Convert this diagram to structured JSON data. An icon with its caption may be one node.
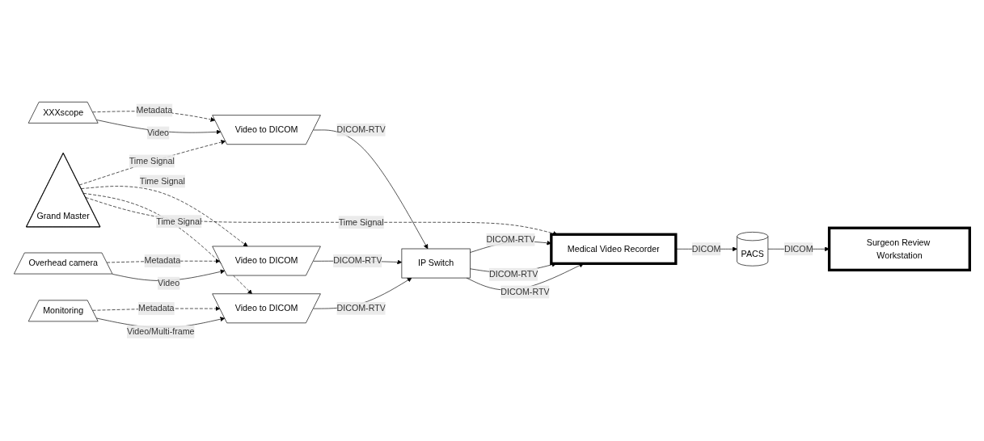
{
  "diagram": {
    "nodes": [
      {
        "text": [
          "Grand Master"
        ]
      },
      {
        "text": [
          "XXXscope"
        ]
      },
      {
        "text": [
          "Video to DICOM"
        ]
      },
      {
        "text": [
          "Overhead camera"
        ]
      },
      {
        "text": [
          "Video to DICOM"
        ]
      },
      {
        "text": [
          "Monitoring"
        ]
      },
      {
        "text": [
          "Video to DICOM"
        ]
      },
      {
        "text": [
          "IP Switch"
        ]
      },
      {
        "text": [
          "Medical Video Recorder"
        ]
      },
      {
        "text": [
          "PACS"
        ]
      },
      {
        "text": [
          "Surgeon Review Workstation"
        ]
      }
    ],
    "edges": [
      {
        "from": 0,
        "to": 2,
        "arrow": "to",
        "label": "Time Signal",
        "style": "dashed"
      },
      {
        "from": 0,
        "to": 4,
        "arrow": "to",
        "label": "Time Signal",
        "style": "dashed"
      },
      {
        "from": 0,
        "to": 6,
        "arrow": "to",
        "label": "Time Signal",
        "style": "dashed"
      },
      {
        "from": 0,
        "to": 8,
        "arrow": "to",
        "label": "Time Signal",
        "style": "dashed"
      },
      {
        "from": 1,
        "to": 2,
        "arrow": "to",
        "label": "Metadata",
        "style": "dashed"
      },
      {
        "from": 1,
        "to": 2,
        "arrow": "to",
        "label": "Video"
      },
      {
        "from": 3,
        "to": 4,
        "arrow": "to",
        "label": "Metadata",
        "style": "dashed"
      },
      {
        "from": 3,
        "to": 4,
        "arrow": "to",
        "label": "Video"
      },
      {
        "from": 5,
        "to": 6,
        "arrow": "to",
        "label": "Metadata",
        "style": "dashed"
      },
      {
        "from": 5,
        "to": 6,
        "arrow": "to",
        "label": "Video/Multi-frame"
      },
      {
        "from": 2,
        "to": 7,
        "arrow": "to",
        "label": "DICOM-RTV"
      },
      {
        "from": 4,
        "to": 7,
        "arrow": "to",
        "label": "DICOM-RTV"
      },
      {
        "from": 6,
        "to": 7,
        "arrow": "to",
        "label": "DICOM-RTV"
      },
      {
        "from": 7,
        "to": 8,
        "arrow": "to",
        "label": "DICOM-RTV"
      },
      {
        "from": 7,
        "to": 8,
        "arrow": "to",
        "label": "DICOM-RTV"
      },
      {
        "from": 7,
        "to": 8,
        "arrow": "to",
        "label": "DICOM-RTV"
      },
      {
        "from": 8,
        "to": 9,
        "arrow": "to",
        "label": "DICOM"
      },
      {
        "from": 9,
        "to": 10,
        "arrow": "to",
        "label": "DICOM"
      }
    ]
  }
}
